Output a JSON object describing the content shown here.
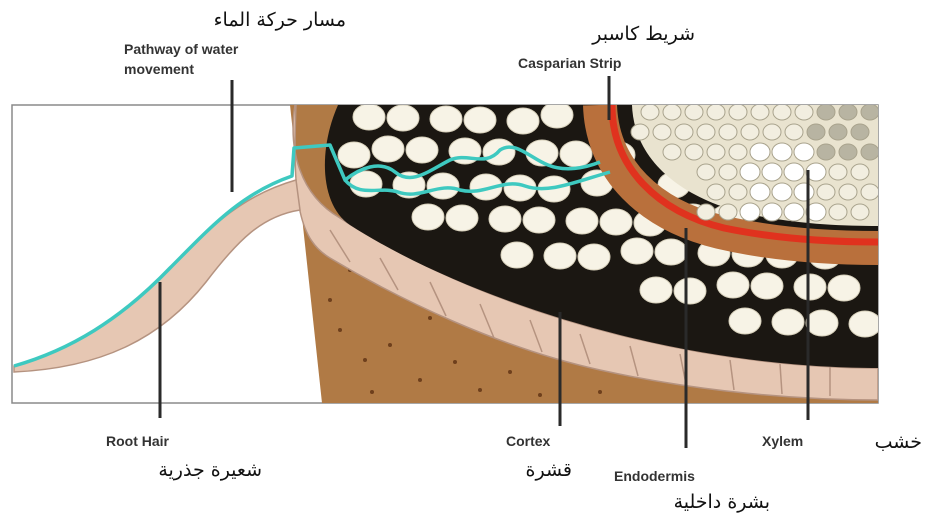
{
  "labels": {
    "pathway": {
      "ar": "مسار حركة الماء",
      "en_line1": "Pathway of water",
      "en_line2": "movement"
    },
    "casparian": {
      "ar": "شريط كاسبر",
      "en": "Casparian Strip"
    },
    "root_hair": {
      "en": "Root Hair",
      "ar": "شعيرة جذرية"
    },
    "cortex": {
      "en": "Cortex",
      "ar": "قشرة"
    },
    "endodermis": {
      "en": "Endodermis",
      "ar": "بشرة داخلية"
    },
    "xylem": {
      "en": "Xylem",
      "ar": "خشب"
    }
  },
  "colors": {
    "water_path": "#3ec9c0",
    "casparian_strip": "#e0321e",
    "soil": "#b07a45",
    "epidermis": "#e6c7b3",
    "cortex_background": "#1b1712",
    "cell_fill": "#f7f3e6",
    "endodermis_band": "#b9703c",
    "xylem_cell": "#b8b4a2"
  }
}
